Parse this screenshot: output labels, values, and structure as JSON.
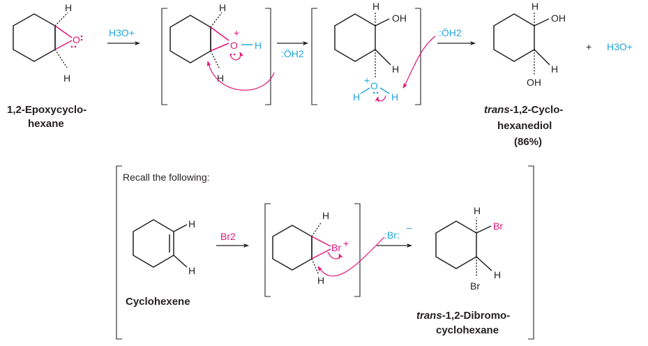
{
  "top": {
    "epoxide_name_line1": "1,2-Epoxycyclo-",
    "epoxide_name_line2": "hexane",
    "reagent": "H3O+",
    "water_1": ":ÖH2",
    "water_2": ":ÖH2",
    "byproduct_plus": "+",
    "byproduct": "H3O+",
    "product_prefix": "trans",
    "product_line1_rest": "-1,2-Cyclo-",
    "product_line2": "hexanediol",
    "product_yield": "(86%)"
  },
  "recall": {
    "title": "Recall the following:",
    "alkene_name": "Cyclohexene",
    "reagent": "Br2",
    "bromide_ion": ":Br:",
    "product_prefix": "trans",
    "product_line1_rest": "-1,2-Dibromo-",
    "product_line2": "cyclohexane"
  },
  "atoms": {
    "H": "H",
    "O": "O",
    "OH": "OH",
    "Br": "Br",
    "plus": "+",
    "minus": "–"
  },
  "colors": {
    "ink": "#231f20",
    "pink": "#e0147a",
    "blue": "#22a5dc"
  }
}
